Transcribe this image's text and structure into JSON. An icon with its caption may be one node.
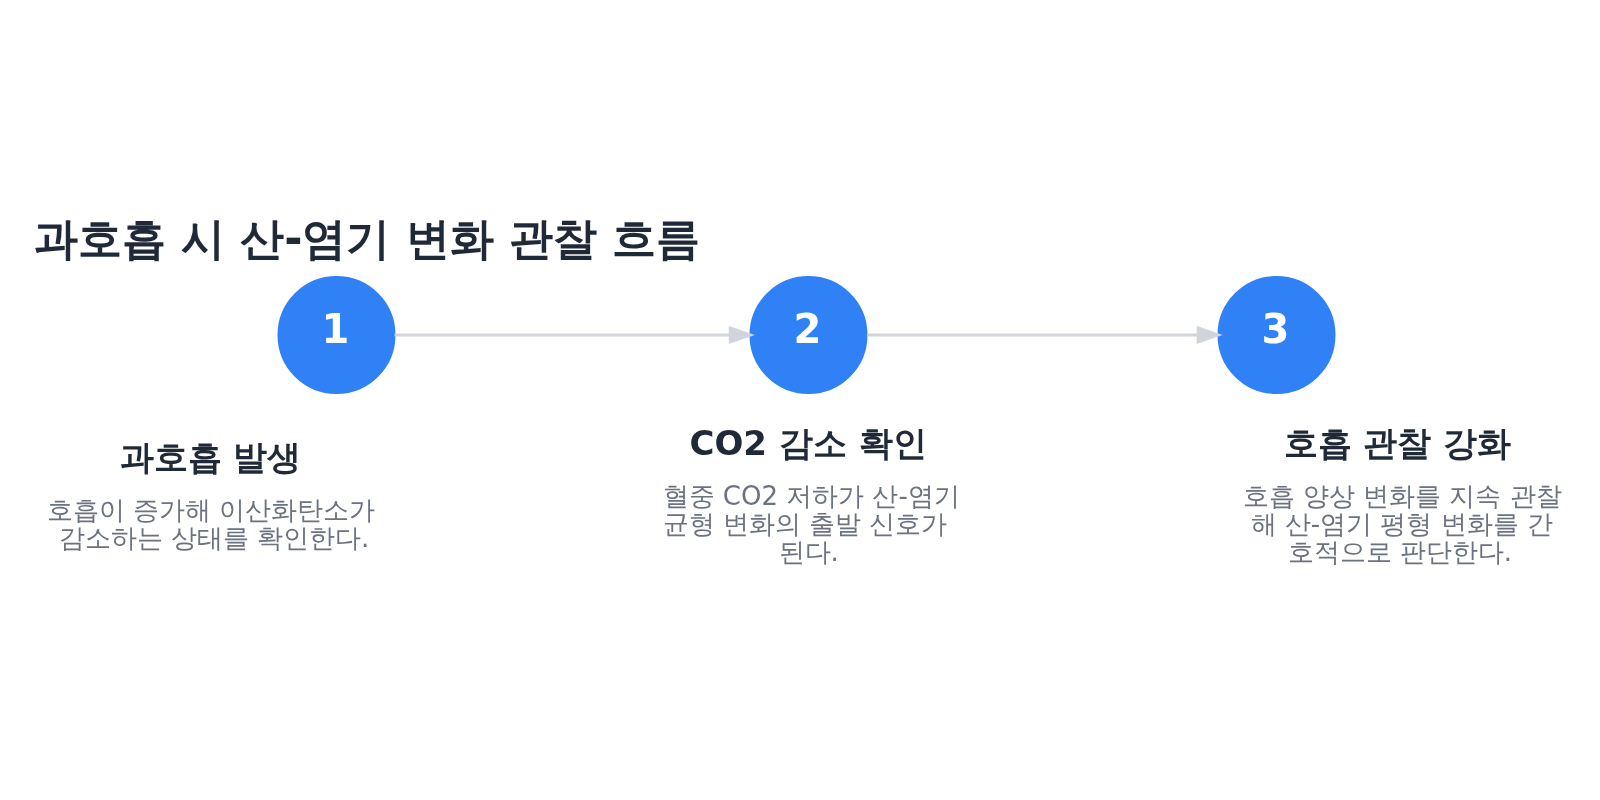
{
  "diagram": {
    "title": "과호흡 시 산-염기 변화 관찰 흐름",
    "nodes": [
      {
        "text": [
          "1"
        ],
        "beside": [
          "과호흡 발생",
          "호흡이 증가해 이산화탄소가 감소하는 상태를 확인한다."
        ]
      },
      {
        "text": [
          "2"
        ],
        "beside": [
          "CO2 감소 확인",
          "혈중 CO2 저하가 산-염기 균형 변화의 출발 신호가 된다."
        ]
      },
      {
        "text": [
          "3"
        ],
        "beside": [
          "호흡 관찰 강화",
          "호흡 양상 변화를 지속 관찰해 산-염기 평형 변화를 간호적으로 판단한다."
        ]
      }
    ],
    "edges": [
      {
        "from": 0,
        "to": 1,
        "arrow": "to"
      },
      {
        "from": 1,
        "to": 2,
        "arrow": "to"
      }
    ]
  }
}
